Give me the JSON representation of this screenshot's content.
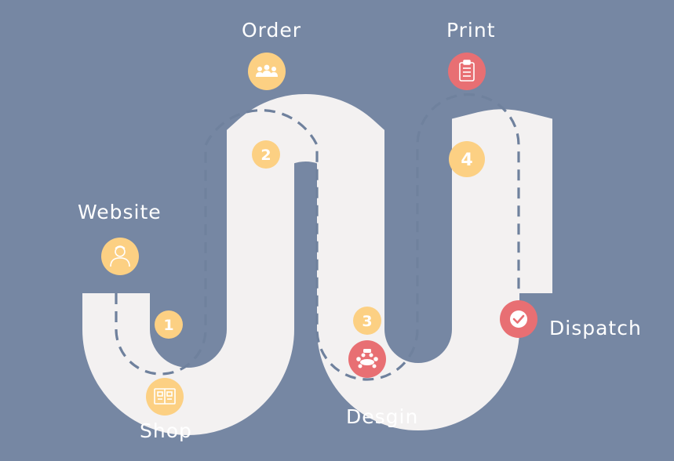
{
  "colors": {
    "background": "#7687a3",
    "road": "#f3f1f1",
    "dash": "#6f819d",
    "yellow": "#fcd083",
    "red": "#e86f73",
    "icon": "#ffffff",
    "number_text": "#ffffff"
  },
  "steps": [
    {
      "number": "1",
      "name": "Website",
      "icon": "person-icon",
      "icon_color": "yellow"
    },
    {
      "number": "2",
      "name": "Order",
      "icon": "group-icon",
      "icon_color": "yellow"
    },
    {
      "number": "3",
      "name": "Desgin",
      "icon": "team-meeting-icon",
      "icon_color": "red"
    },
    {
      "number": "4",
      "name": "Print",
      "icon": "clipboard-icon",
      "icon_color": "red"
    }
  ],
  "start": {
    "name": "Shop",
    "icon": "shop-icon",
    "icon_color": "yellow"
  },
  "end": {
    "name": "Dispatch",
    "icon": "check-icon",
    "icon_color": "red"
  }
}
